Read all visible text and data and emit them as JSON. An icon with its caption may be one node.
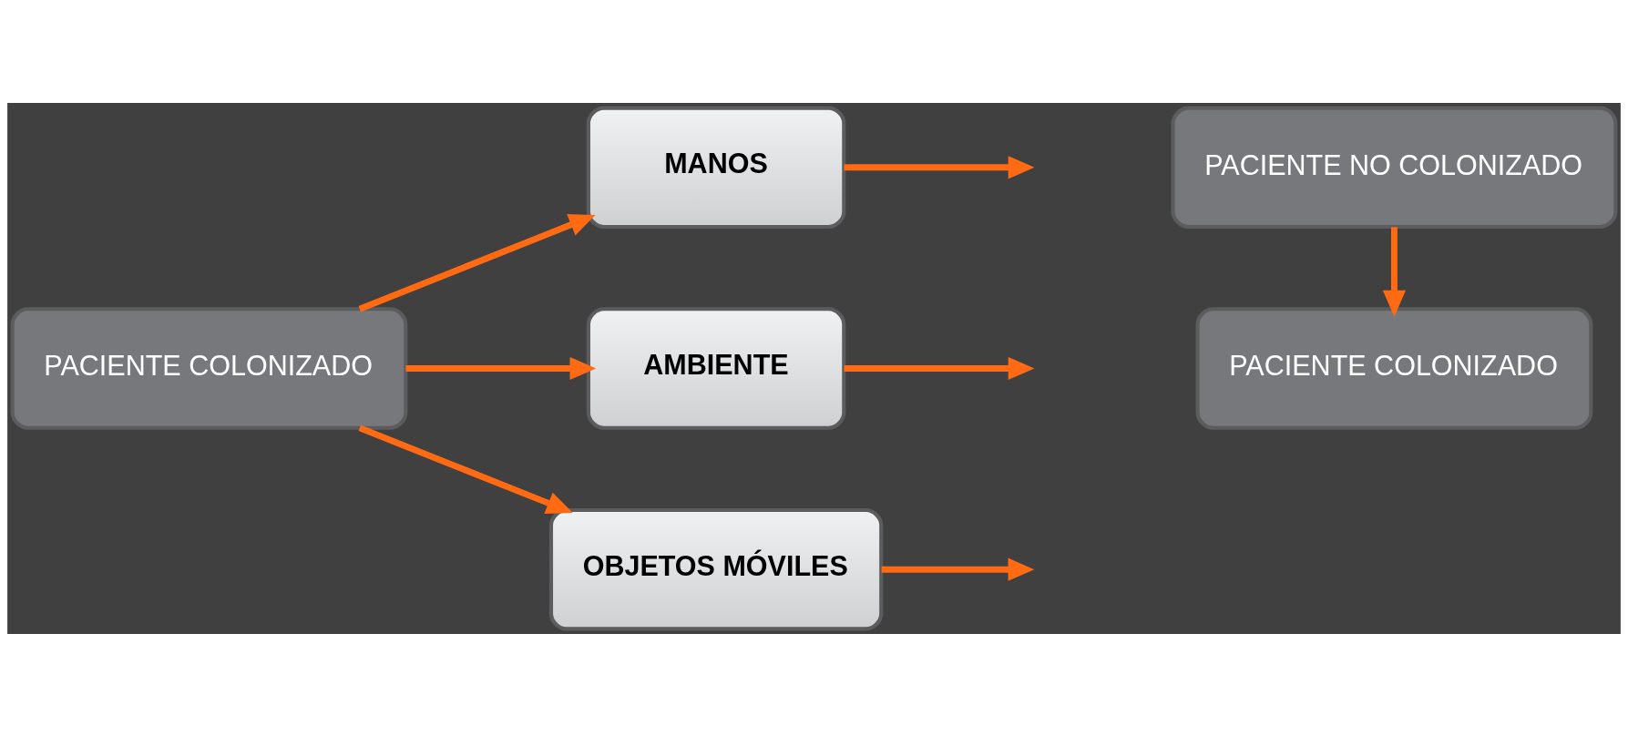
{
  "diagram": {
    "nodes": [
      {
        "text": [
          "PACIENTE COLONIZADO"
        ]
      },
      {
        "text": [
          "MANOS"
        ]
      },
      {
        "text": [
          "AMBIENTE"
        ]
      },
      {
        "text": [
          "OBJETOS MÓVILES"
        ]
      },
      {
        "text": [
          "PACIENTE NO COLONIZADO"
        ]
      },
      {
        "text": [
          "PACIENTE COLONIZADO"
        ]
      }
    ],
    "edges": [
      {
        "from": 0,
        "to": 1,
        "arrow": "to"
      },
      {
        "from": 0,
        "to": 2,
        "arrow": "to"
      },
      {
        "from": 0,
        "to": 3,
        "arrow": "to"
      },
      {
        "from": 1,
        "to": null,
        "arrow": "to"
      },
      {
        "from": 2,
        "to": null,
        "arrow": "to"
      },
      {
        "from": 3,
        "to": null,
        "arrow": "to"
      },
      {
        "from": 4,
        "to": 5,
        "arrow": "to"
      }
    ]
  }
}
